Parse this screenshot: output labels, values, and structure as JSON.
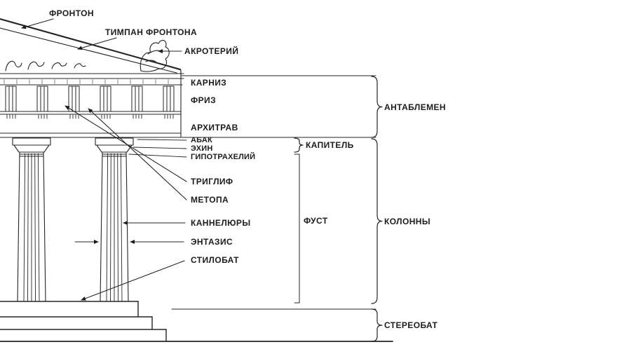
{
  "diagram": {
    "subject": "greek-doric-order-diagram",
    "colors": {
      "ink": "#242424",
      "background": "#ffffff"
    },
    "labels": {
      "fronton": "ФРОНТОН",
      "timpan": "ТИМПАН ФРОНТОНА",
      "akroteriy": "АКРОТЕРИЙ",
      "karniz": "КАРНИЗ",
      "friz": "ФРИЗ",
      "arhitrav": "АРХИТРАВ",
      "abak": "АБАК",
      "ehin": "ЭХИН",
      "gipotraheliy": "ГИПОТРАХЕЛИЙ",
      "triglif": "ТРИГЛИФ",
      "metopa": "МЕТОПА",
      "kannelyury": "КАННЕЛЮРЫ",
      "entazis": "ЭНТАЗИС",
      "stilobat": "СТИЛОБАТ",
      "antablemen": "АНТАБЛЕМЕН",
      "kapitel": "КАПИТЕЛЬ",
      "fust": "ФУСТ",
      "kolonny": "КОЛОННЫ",
      "stereobat": "СТЕРЕОБАТ"
    }
  }
}
